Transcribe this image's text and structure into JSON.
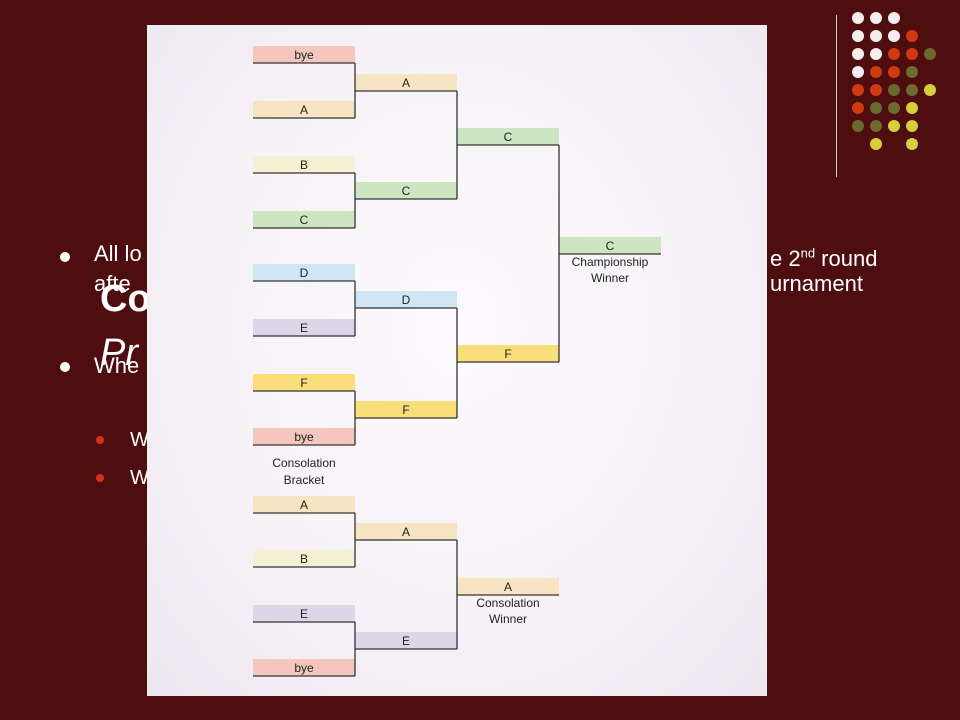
{
  "slide": {
    "title_line1": "Co",
    "title_line2": "Pr",
    "bullet1": "All lo",
    "bullet1_tail": "e 2nd round",
    "bullet1_line2": "afte",
    "bullet1_line2_tail": "urnament",
    "bullet2": "Whe",
    "sub1": "W",
    "sub2": "W"
  },
  "colors": {
    "background": "#4e0d0f",
    "bye": "#f4c6bd",
    "A": "#f6e4c2",
    "B": "#f6f1d3",
    "C": "#cde5c0",
    "D": "#cfe7f4",
    "E": "#ddd5e8",
    "F": "#f9de7a"
  },
  "championship": {
    "round1": [
      "bye",
      "A",
      "B",
      "C",
      "D",
      "E",
      "F",
      "bye"
    ],
    "round2": [
      "A",
      "C",
      "D",
      "F"
    ],
    "round3": [
      "C",
      "F"
    ],
    "winner": "C",
    "winner_label": "Championship",
    "winner_label2": "Winner"
  },
  "consolation": {
    "label1": "Consolation",
    "label2": "Bracket",
    "round1": [
      "A",
      "B",
      "E",
      "bye"
    ],
    "round2": [
      "A",
      "E"
    ],
    "winner": "A",
    "winner_label": "Consolation",
    "winner_label2": "Winner"
  }
}
